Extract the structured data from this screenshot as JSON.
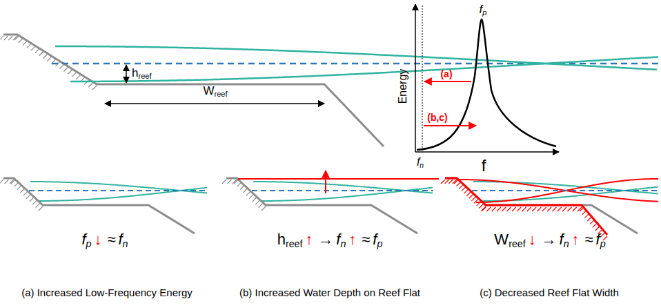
{
  "diagram": {
    "labels": [
      "h",
      "reef",
      "W",
      "reef",
      "Energy",
      "f",
      "p",
      "(a)",
      "(b,c)",
      "f",
      "n",
      "f",
      "f",
      "p",
      "↓",
      "≈",
      "f",
      "n",
      "h",
      "reef",
      "↑",
      "→",
      "f",
      "n",
      "↑",
      "≈",
      "f",
      "p",
      "W",
      "reef",
      "↓",
      "→",
      "f",
      "n",
      "↑",
      "≈",
      "f",
      "p",
      "(a) Increased Low-Frequency Energy",
      "(b) Increased Water Depth on Reef Flat",
      "(c) Decreased Reef Flat Width"
    ]
  }
}
